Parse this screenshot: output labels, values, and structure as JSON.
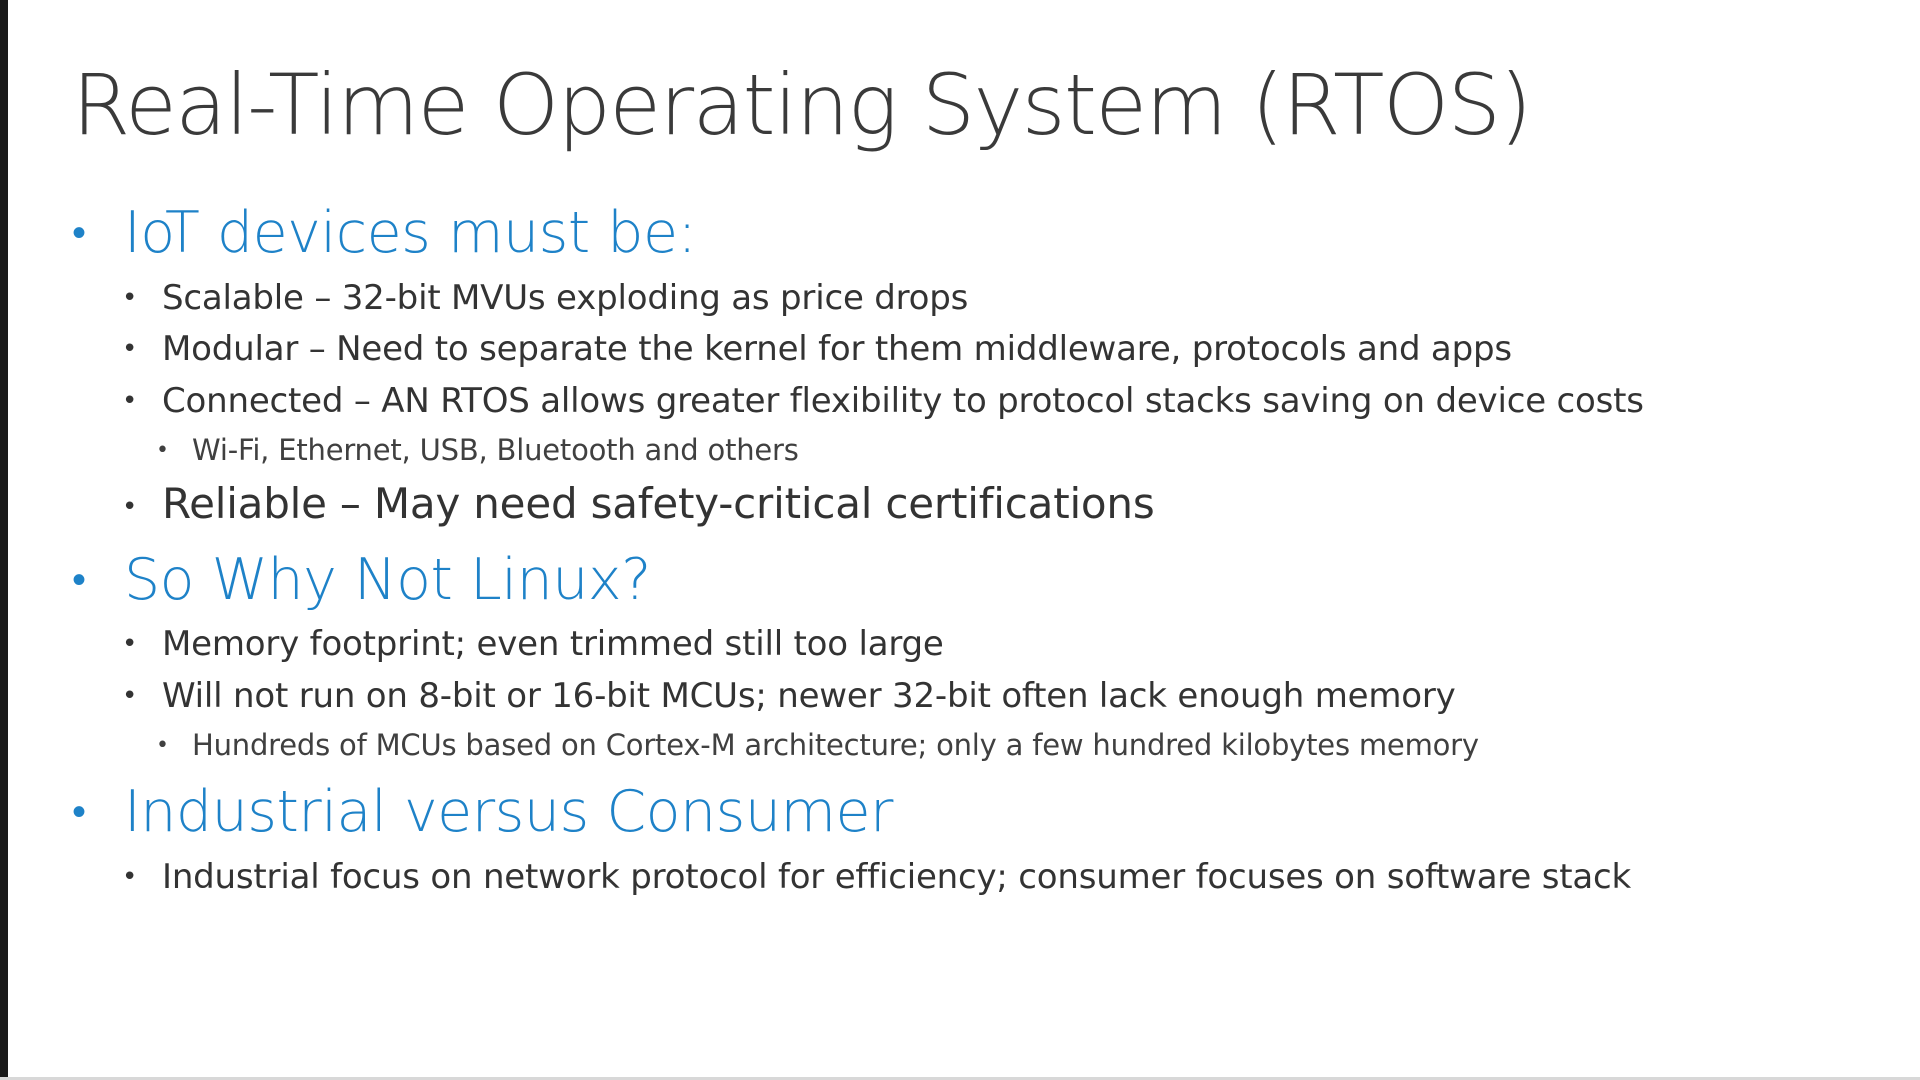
{
  "slide": {
    "title": "Real-Time Operating System (RTOS)",
    "bullet_glyph": "•",
    "sections": [
      {
        "heading": "IoT devices must be:",
        "items": [
          "Scalable – 32-bit MVUs exploding as price drops",
          "Modular – Need to separate the kernel for them middleware, protocols and apps",
          "Connected – AN RTOS allows greater flexibility to protocol stacks saving on device costs",
          "Wi-Fi, Ethernet, USB, Bluetooth and others",
          "Reliable – May need safety-critical certifications"
        ]
      },
      {
        "heading": "So Why Not Linux?",
        "items": [
          "Memory footprint; even trimmed still too large",
          "Will not run on 8-bit or 16-bit MCUs; newer 32-bit often lack enough memory",
          "Hundreds of MCUs based on Cortex-M architecture; only a few hundred kilobytes memory"
        ]
      },
      {
        "heading": "Industrial versus Consumer",
        "items": [
          "Industrial focus on network protocol for efficiency; consumer focuses on software stack"
        ]
      }
    ]
  },
  "colors": {
    "heading_blue": "#1e82c8",
    "title_gray": "#3a3a3a",
    "body_text": "#333333"
  }
}
